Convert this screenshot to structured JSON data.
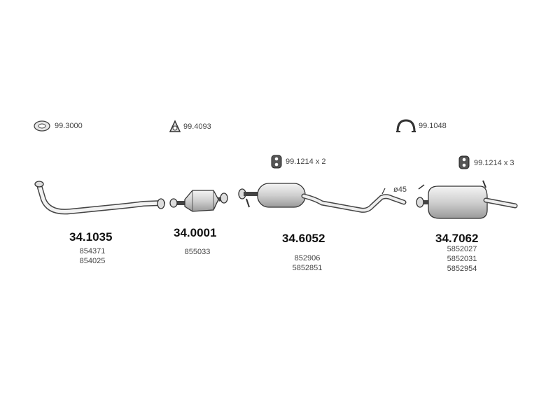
{
  "accessories": [
    {
      "code": "99.3000",
      "icon": "gasket-ring-icon"
    },
    {
      "code": "99.4093",
      "icon": "triangular-gasket-icon"
    },
    {
      "code": "99.1048",
      "icon": "exhaust-clamp-icon"
    },
    {
      "code": "99.1214 x 2",
      "icon": "rubber-hanger-icon"
    },
    {
      "code": "99.1214 x 3",
      "icon": "rubber-hanger-icon"
    }
  ],
  "parts": [
    {
      "number": "34.1035",
      "icon": "front-pipe-icon",
      "oe": [
        "854371",
        "854025"
      ]
    },
    {
      "number": "34.0001",
      "icon": "catalytic-converter-icon",
      "oe": [
        "855033"
      ]
    },
    {
      "number": "34.6052",
      "icon": "middle-silencer-icon",
      "oe": [
        "852906",
        "5852851"
      ]
    },
    {
      "number": "34.7062",
      "icon": "rear-silencer-icon",
      "oe": [
        "5852027",
        "5852031",
        "5852954"
      ]
    }
  ],
  "annotations": {
    "diameter": "ø45"
  },
  "colors": {
    "line": "#444444",
    "fill": "#d8d8d8",
    "text": "#111111"
  }
}
